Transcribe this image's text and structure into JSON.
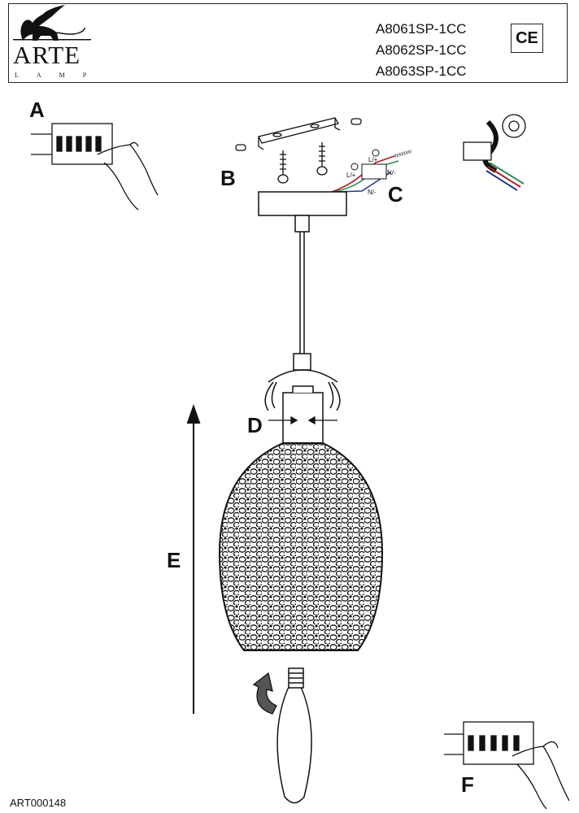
{
  "header": {
    "brand": "ARTE",
    "brand_sub": "LAMP",
    "models": [
      "A8061SP-1CC",
      "A8062SP-1CC",
      "A8063SP-1CC"
    ],
    "certification": "CE"
  },
  "labels": {
    "a": "A",
    "b": "B",
    "c": "C",
    "d": "D",
    "e": "E",
    "f": "F"
  },
  "wire_labels": {
    "live_1": "L/+",
    "live_2": "L/+",
    "neutral_1": "N/-",
    "neutral_2": "N/-"
  },
  "footer": {
    "code": "ART000148"
  },
  "colors": {
    "wire_live": "#b01c22",
    "wire_neutral": "#1e3a8a",
    "wire_earth": "#2e8b57",
    "line": "#111111"
  }
}
